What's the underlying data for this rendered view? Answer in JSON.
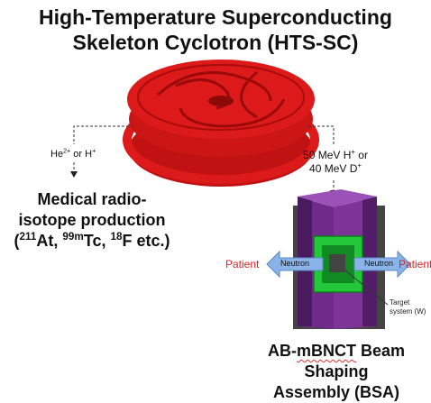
{
  "title_line1": "High-Temperature Superconducting",
  "title_line2": "Skeleton Cyclotron (HTS-SC)",
  "left_beam": {
    "pre": "He",
    "sup1": "2+",
    "mid": " or H",
    "sup2": "+"
  },
  "right_beam": {
    "line1_pre": "50 MeV H",
    "line1_sup": "+",
    "line1_post": " or",
    "line2_pre": "40 MeV D",
    "line2_sup": "+"
  },
  "medical": {
    "line1": "Medical radio-",
    "line2": "isotope production",
    "line3_open": "(",
    "iso1_sup": "211",
    "iso1": "At, ",
    "iso2_sup": "99m",
    "iso2": "Tc, ",
    "iso3_sup": "18",
    "iso3": "F etc.)"
  },
  "patient_left": "Patient",
  "patient_right": "Patient",
  "neutron_left": "Neutron",
  "neutron_right": "Neutron",
  "target_label_line1": "Target",
  "target_label_line2": "system (W)",
  "bsa": {
    "line1_a": "AB-",
    "line1_b": "mBNCT",
    "line1_c": " Beam Shaping",
    "line2": "Assembly (BSA)"
  },
  "colors": {
    "coil_red": "#dd1a1a",
    "purple": "#6f2a8a",
    "green": "#22c83a",
    "patient_red": "#d22222",
    "arrow_blue": "#8ab4e8"
  }
}
